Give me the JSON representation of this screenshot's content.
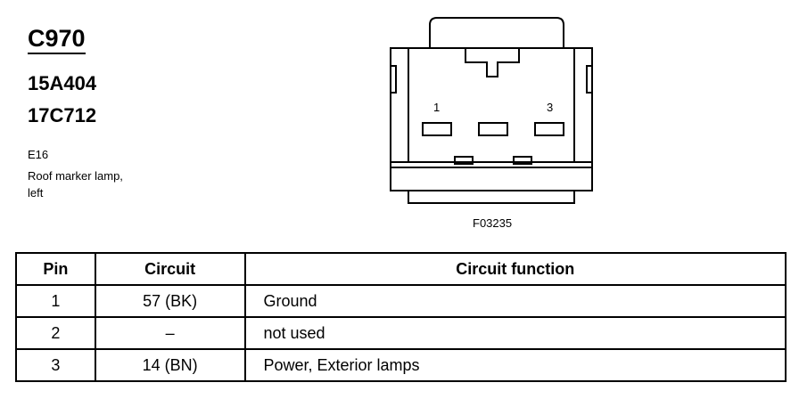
{
  "connector": {
    "id": "C970",
    "part_numbers": [
      "15A404",
      "17C712"
    ],
    "location_code": "E16",
    "description_line1": "Roof marker lamp,",
    "description_line2": "left"
  },
  "diagram": {
    "figure_id": "F03235",
    "pin_labels": [
      "1",
      "3"
    ]
  },
  "table": {
    "headers": {
      "pin": "Pin",
      "circuit": "Circuit",
      "function": "Circuit function"
    },
    "rows": [
      {
        "pin": "1",
        "circuit": "57 (BK)",
        "function": "Ground"
      },
      {
        "pin": "2",
        "circuit": "–",
        "function": "not used"
      },
      {
        "pin": "3",
        "circuit": "14 (BN)",
        "function": "Power, Exterior lamps"
      }
    ]
  }
}
